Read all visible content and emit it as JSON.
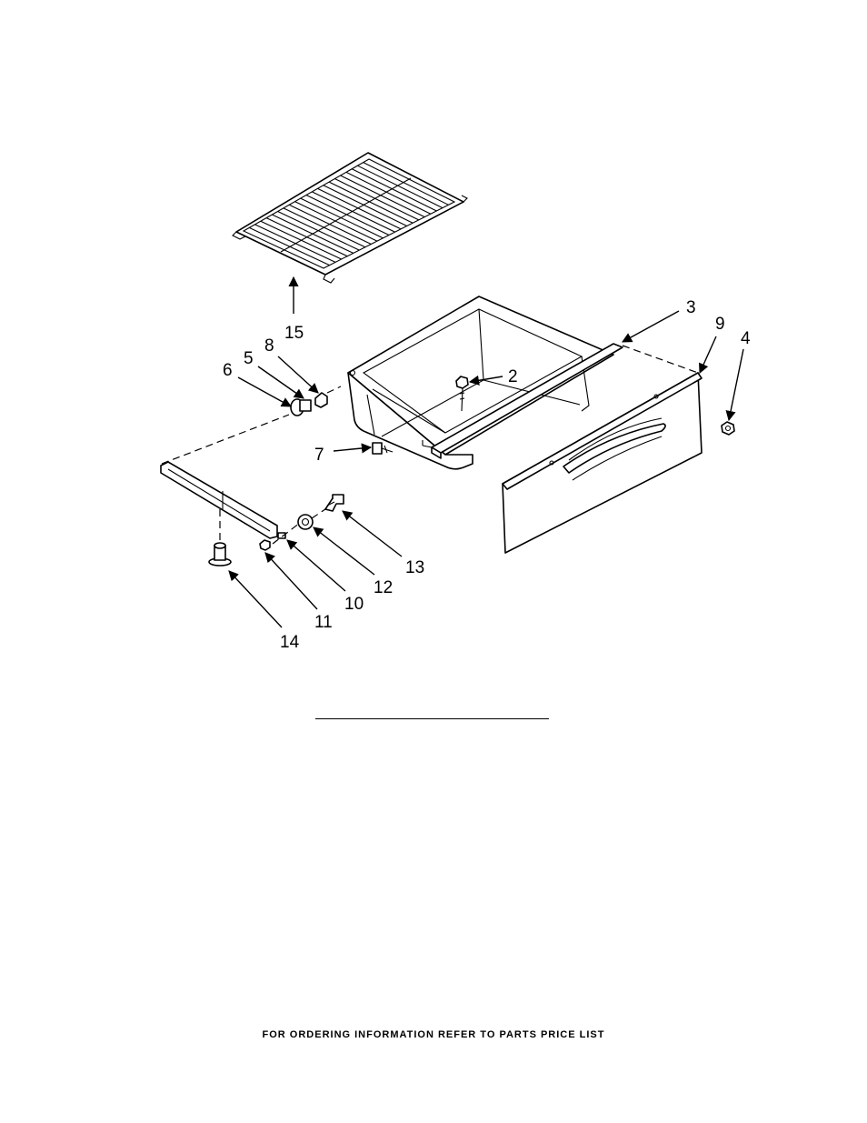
{
  "callouts": {
    "c2": "2",
    "c3": "3",
    "c4": "4",
    "c5": "5",
    "c6": "6",
    "c7": "7",
    "c8": "8",
    "c9": "9",
    "c10": "10",
    "c11": "11",
    "c12": "12",
    "c13": "13",
    "c14": "14",
    "c15": "15"
  },
  "footer": {
    "note": "FOR ORDERING INFORMATION REFER TO PARTS PRICE LIST"
  }
}
